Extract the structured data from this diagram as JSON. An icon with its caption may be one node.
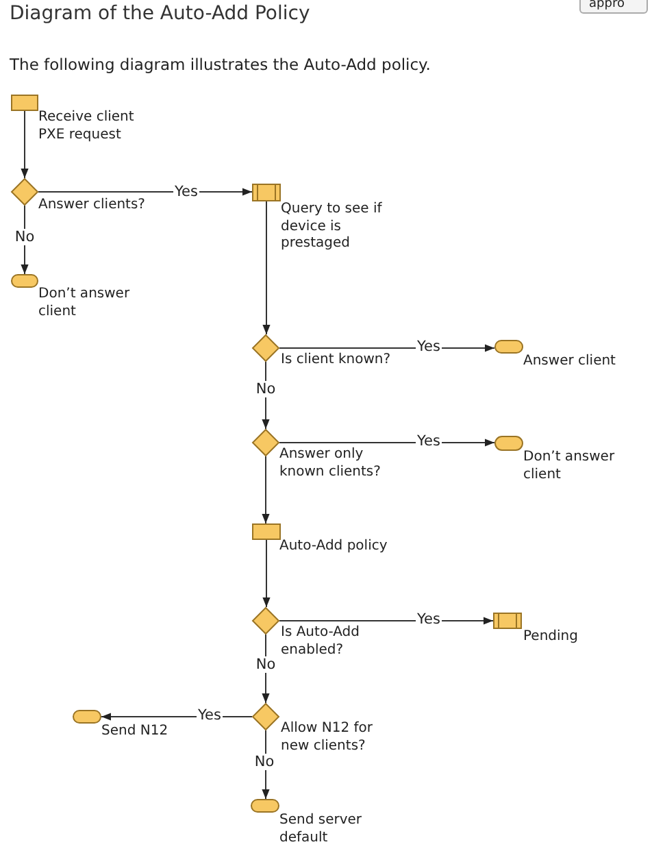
{
  "diagram": {
    "title": "Diagram of the Auto-Add Policy",
    "nodes": [
      {
        "text": [
          "Receive client PXE request"
        ]
      },
      {
        "text": [
          "Answer clients?"
        ]
      },
      {
        "text": [
          "Query to see if device is prestaged"
        ]
      },
      {
        "text": [
          "Don’t answer client"
        ]
      },
      {
        "text": [
          "Is client known?"
        ]
      },
      {
        "text": [
          "Answer client"
        ]
      },
      {
        "text": [
          "Answer only known clients?"
        ]
      },
      {
        "text": [
          "Don’t answer client"
        ]
      },
      {
        "text": [
          "Auto-Add policy"
        ]
      },
      {
        "text": [
          "Is Auto-Add enabled?"
        ]
      },
      {
        "text": [
          "Pending"
        ]
      },
      {
        "text": [
          "Allow N12 for new clients?"
        ]
      },
      {
        "text": [
          "Send N12"
        ]
      },
      {
        "text": [
          "Send server default"
        ]
      }
    ],
    "edges": [
      {
        "from": 0,
        "to": 1,
        "arrow": "to"
      },
      {
        "from": 1,
        "to": 2,
        "arrow": "to",
        "label": "Yes"
      },
      {
        "from": 1,
        "to": 3,
        "arrow": "to",
        "label": "No"
      },
      {
        "from": 2,
        "to": 4,
        "arrow": "to"
      },
      {
        "from": 4,
        "to": 5,
        "arrow": "to",
        "label": "Yes"
      },
      {
        "from": 4,
        "to": 6,
        "arrow": "to",
        "label": "No"
      },
      {
        "from": 6,
        "to": 7,
        "arrow": "to",
        "label": "Yes"
      },
      {
        "from": 6,
        "to": 8,
        "arrow": "to"
      },
      {
        "from": 8,
        "to": 9,
        "arrow": "to"
      },
      {
        "from": 9,
        "to": 10,
        "arrow": "to",
        "label": "Yes"
      },
      {
        "from": 9,
        "to": 11,
        "arrow": "to",
        "label": "No"
      },
      {
        "from": 11,
        "to": 12,
        "arrow": "to",
        "label": "Yes"
      },
      {
        "from": 11,
        "to": 13,
        "arrow": "to",
        "label": "No"
      }
    ],
    "labels": [
      "appro",
      "The following diagram illustrates the Auto-Add policy."
    ]
  }
}
